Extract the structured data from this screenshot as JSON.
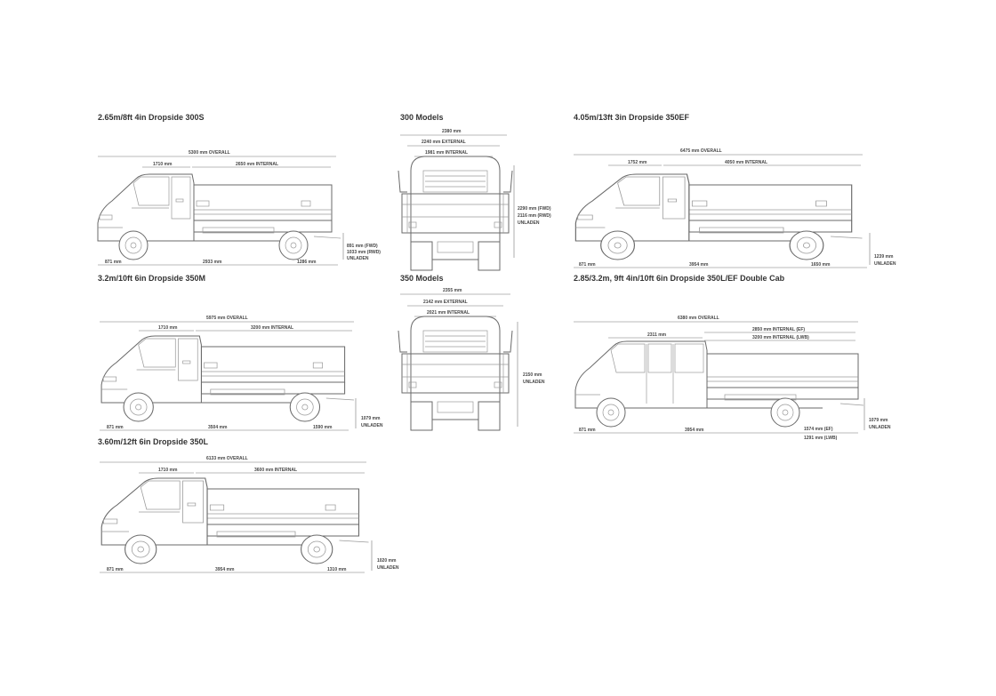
{
  "views": [
    {
      "id": "side-1",
      "title": "2.65m/8ft 4in Dropside 300S",
      "overall": "5300 mm OVERALL",
      "cab": "1710 mm",
      "internal": "2650 mm INTERNAL",
      "front": "871 mm",
      "wheelbase": "2933 mm",
      "rear": "1286 mm",
      "height1": "891 mm (FWD)",
      "height2": "1033 mm (RWD)",
      "height3": "UNLADEN"
    },
    {
      "id": "rear-300",
      "title": "300 Models",
      "overall": "2380 mm",
      "internal": "2240 mm EXTERNAL",
      "inner": "1981 mm INTERNAL",
      "height1": "2290 mm (FWD)",
      "height2": "2116 mm (RWD)",
      "height3": "UNLADEN"
    },
    {
      "id": "side-2",
      "title": "4.05m/13ft 3in Dropside 350EF",
      "overall": "6475 mm OVERALL",
      "cab": "1752 mm",
      "internal": "4050 mm INTERNAL",
      "front": "871 mm",
      "wheelbase": "3954 mm",
      "rear": "1650 mm",
      "height1": "1239 mm",
      "height2": "UNLADEN",
      "height3": ""
    },
    {
      "id": "side-3",
      "title": "3.2m/10ft 6in Dropside 350M",
      "overall": "5975 mm OVERALL",
      "cab": "1710 mm",
      "internal": "3200 mm INTERNAL",
      "front": "871 mm",
      "wheelbase": "3504 mm",
      "rear": "1590 mm",
      "height1": "1079 mm",
      "height2": "UNLADEN",
      "height3": ""
    },
    {
      "id": "rear-350",
      "title": "350 Models",
      "overall": "2355 mm",
      "internal": "2142 mm EXTERNAL",
      "inner": "2021 mm INTERNAL",
      "height1": "2150 mm",
      "height2": "UNLADEN",
      "height3": ""
    },
    {
      "id": "side-4",
      "title": "2.85/3.2m, 9ft 4in/10ft 6in Dropside 350L/EF Double Cab",
      "overall": "6380 mm OVERALL",
      "cab": "2311 mm",
      "internal": "2850 mm INTERNAL (EF)",
      "internal2": "3200 mm INTERNAL (LWB)",
      "front": "871 mm",
      "wheelbase": "3954 mm",
      "rear": "1574 mm (EF)",
      "rear2": "1291 mm (LWB)",
      "height1": "1079 mm",
      "height2": "UNLADEN",
      "height3": ""
    },
    {
      "id": "side-5",
      "title": "3.60m/12ft 6in Dropside 350L",
      "overall": "6133 mm OVERALL",
      "cab": "1710 mm",
      "internal": "3600 mm INTERNAL",
      "front": "871 mm",
      "wheelbase": "3954 mm",
      "rear": "1310 mm",
      "height1": "1020 mm",
      "height2": "UNLADEN",
      "height3": ""
    }
  ]
}
